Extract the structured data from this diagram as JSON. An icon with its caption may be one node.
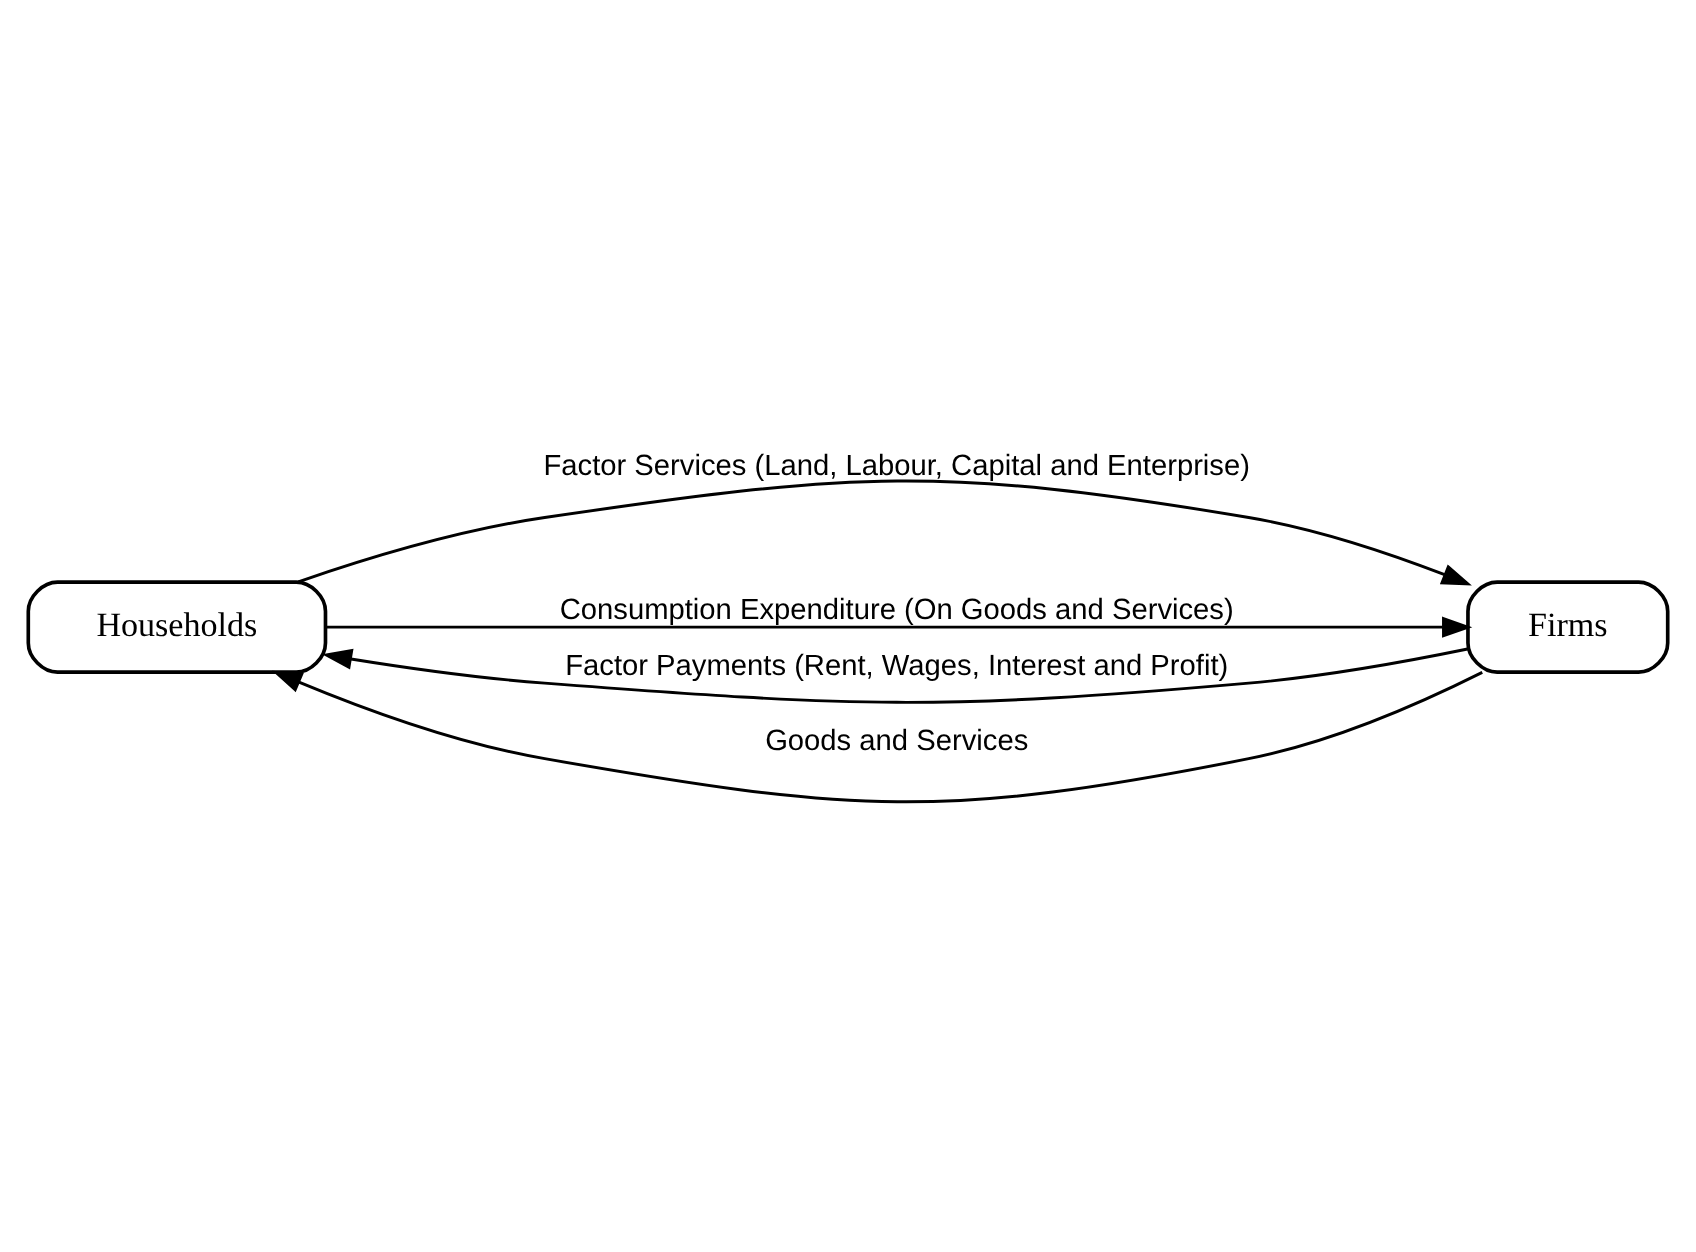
{
  "diagram": {
    "nodes": [
      {
        "text": [
          "Households"
        ]
      },
      {
        "text": [
          "Firms"
        ]
      }
    ],
    "edges": [
      {
        "from": 0,
        "to": 1,
        "arrow": "to",
        "label": "Factor Services (Land, Labour, Capital and Enterprise)"
      },
      {
        "from": 0,
        "to": 1,
        "arrow": "to",
        "label": "Consumption Expenditure (On Goods and Services)"
      },
      {
        "from": 1,
        "to": 0,
        "arrow": "to",
        "label": "Factor Payments (Rent, Wages, Interest and Profit)"
      },
      {
        "from": 1,
        "to": 0,
        "arrow": "to",
        "label": "Goods and Services"
      }
    ]
  }
}
